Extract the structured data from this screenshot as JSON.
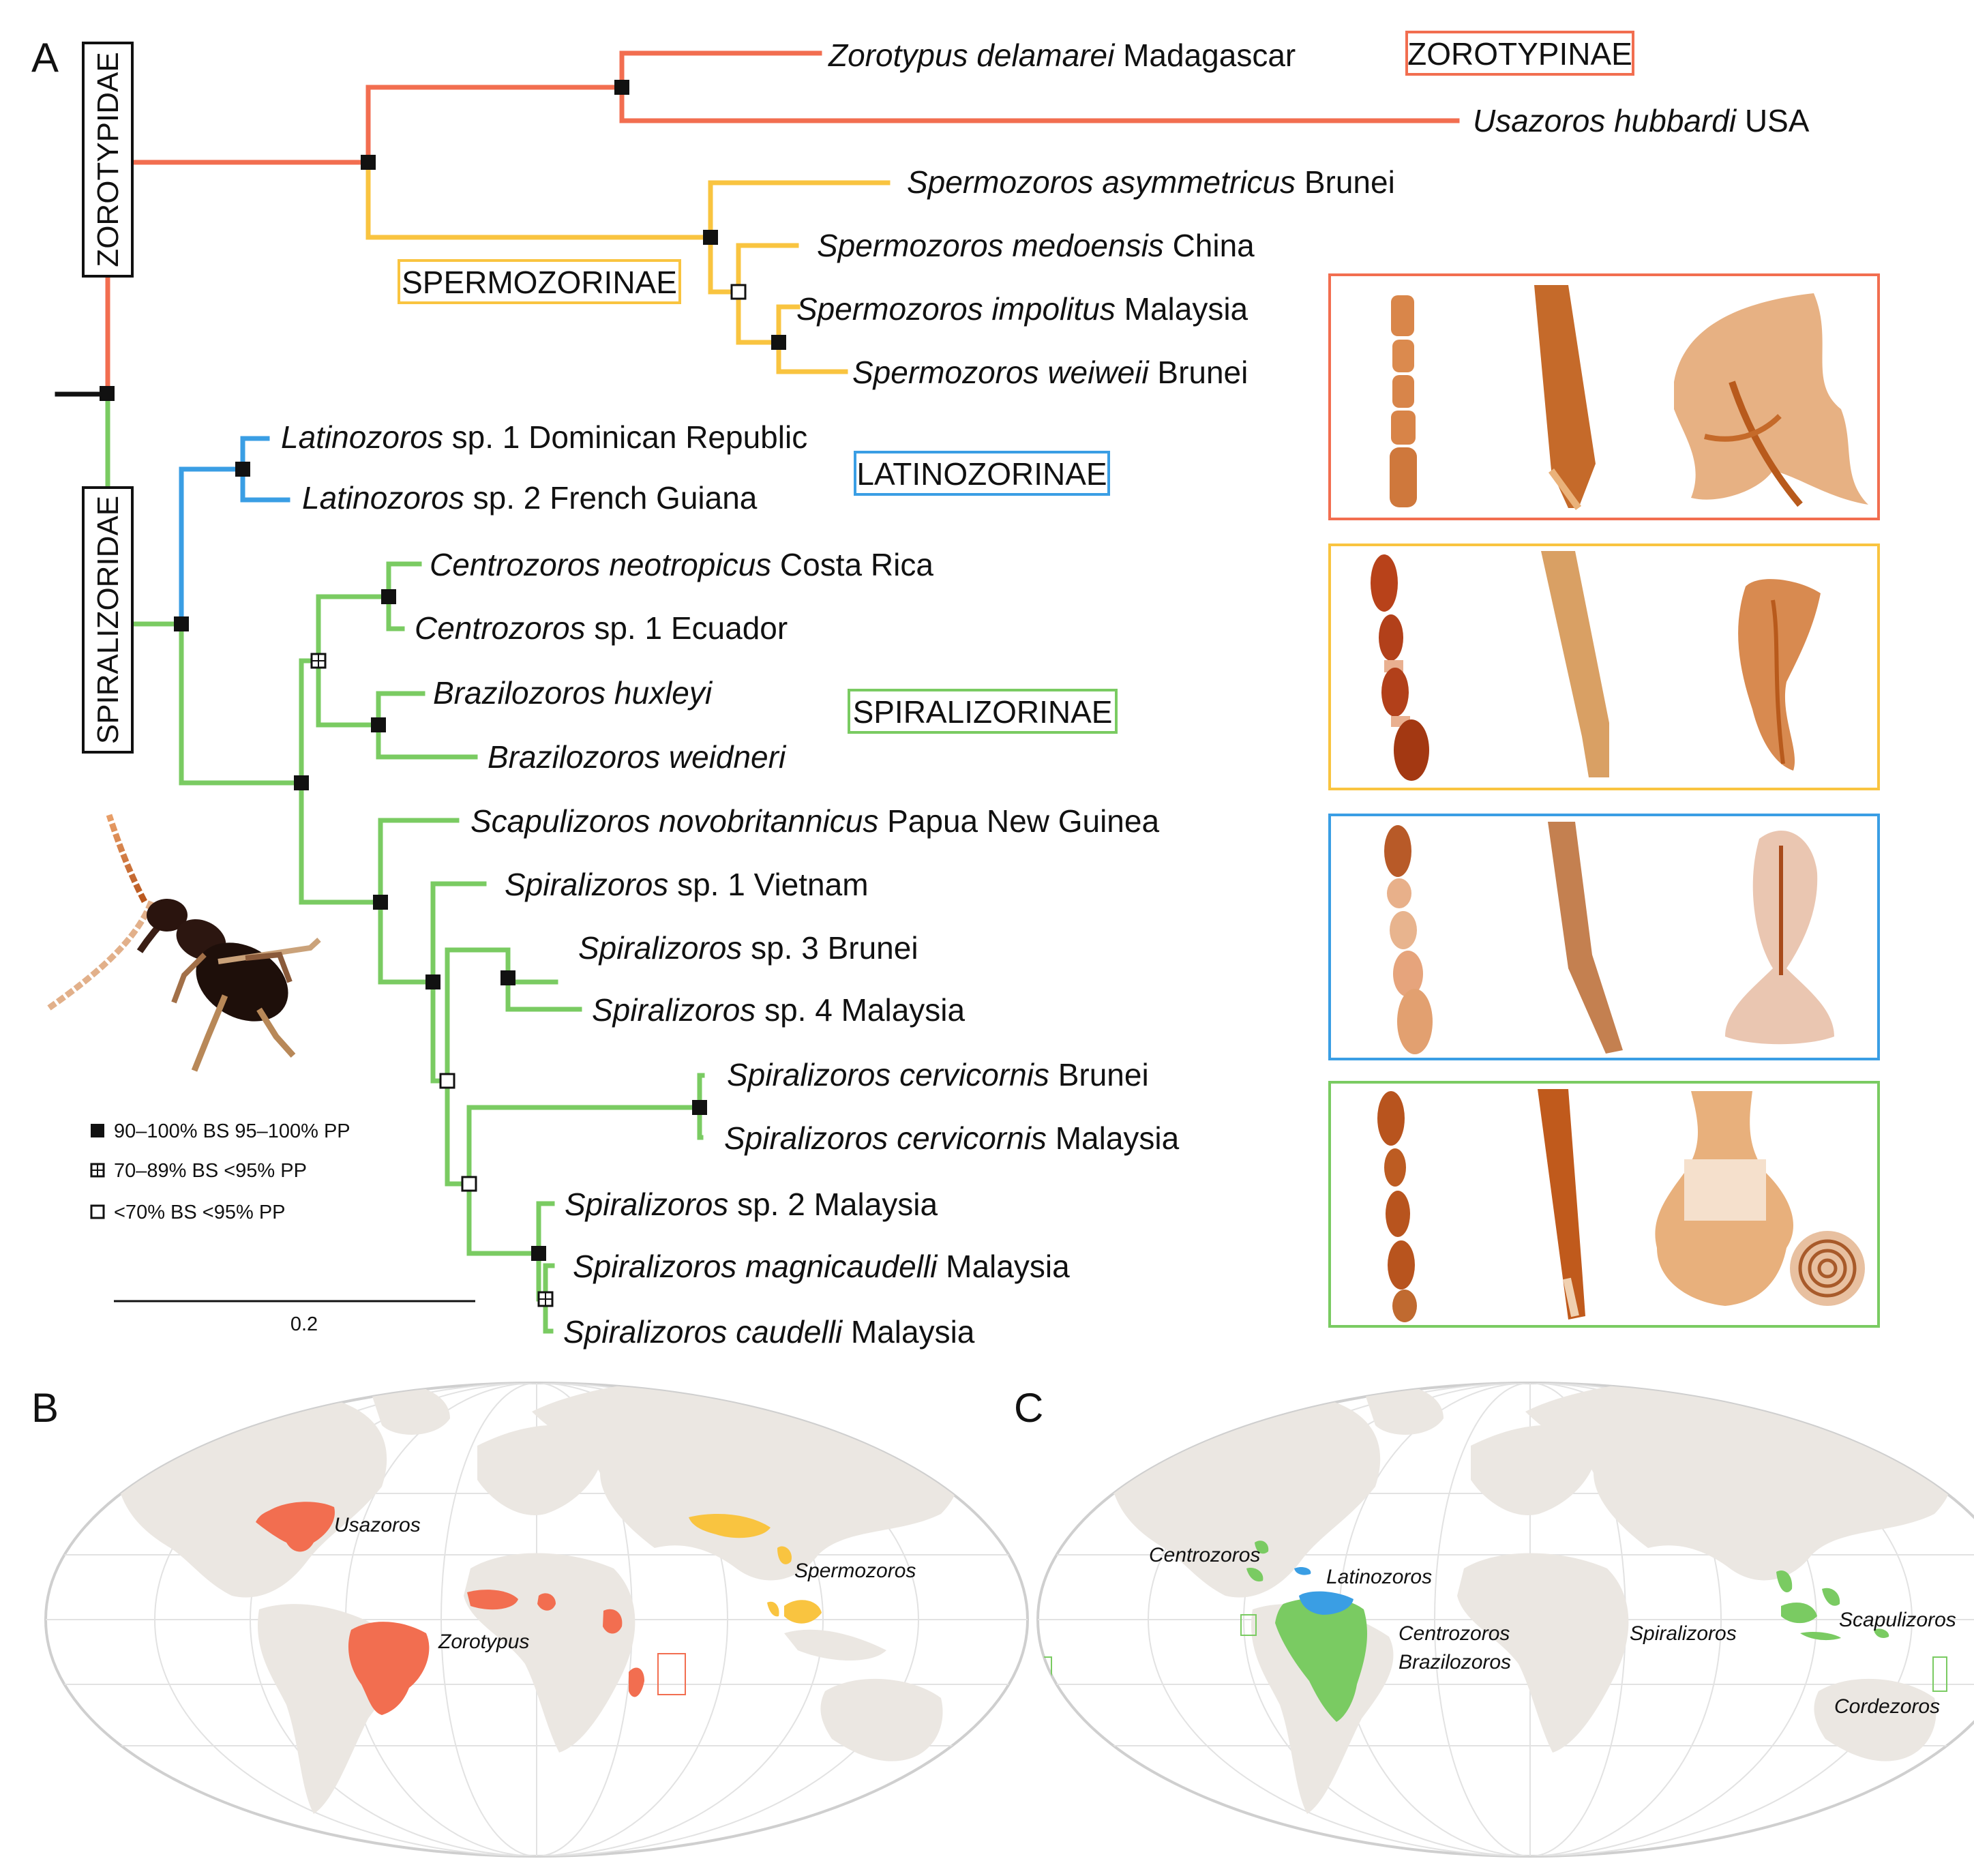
{
  "colors": {
    "zorotypinae": "#f26e50",
    "spermozorinae": "#f9c440",
    "latinozorinae": "#3a9ee4",
    "spiralizorinae": "#7acb62",
    "land": "#ebe7e2",
    "ocean": "#ffffff",
    "graticule": "#e2e2e2",
    "node": "#111111"
  },
  "panel_a": {
    "letter": "A",
    "families": [
      {
        "label": "ZOROTYPIDAE"
      },
      {
        "label": "SPIRALIZORIDAE"
      }
    ],
    "subfamilies": [
      {
        "label": "ZOROTYPINAE",
        "color": "#f26e50"
      },
      {
        "label": "SPERMOZORINAE",
        "color": "#f9c440"
      },
      {
        "label": "LATINOZORINAE",
        "color": "#3a9ee4"
      },
      {
        "label": "SPIRALIZORINAE",
        "color": "#7acb62"
      }
    ],
    "taxa": [
      {
        "genus": "Zorotypus delamarei",
        "rest": " Madagascar"
      },
      {
        "genus": "Usazoros hubbardi",
        "rest": " USA"
      },
      {
        "genus": "Spermozoros asymmetricus",
        "rest": " Brunei"
      },
      {
        "genus": "Spermozoros medoensis",
        "rest": " China"
      },
      {
        "genus": "Spermozoros impolitus",
        "rest": " Malaysia"
      },
      {
        "genus": "Spermozoros weiweii",
        "rest": " Brunei"
      },
      {
        "genus": "Latinozoros",
        "rest": " sp. 1 Dominican Republic"
      },
      {
        "genus": "Latinozoros",
        "rest": " sp. 2 French Guiana"
      },
      {
        "genus": "Centrozoros neotropicus",
        "rest": " Costa Rica"
      },
      {
        "genus": "Centrozoros",
        "rest": " sp. 1 Ecuador"
      },
      {
        "genus": "Brazilozoros huxleyi",
        "rest": ""
      },
      {
        "genus": "Brazilozoros weidneri",
        "rest": ""
      },
      {
        "genus": "Scapulizoros novobritannicus",
        "rest": " Papua New Guinea"
      },
      {
        "genus": "Spiralizoros",
        "rest": " sp. 1 Vietnam"
      },
      {
        "genus": "Spiralizoros",
        "rest": " sp. 3 Brunei"
      },
      {
        "genus": "Spiralizoros",
        "rest": " sp. 4 Malaysia"
      },
      {
        "genus": "Spiralizoros cervicornis",
        "rest": " Brunei"
      },
      {
        "genus": "Spiralizoros cervicornis",
        "rest": " Malaysia"
      },
      {
        "genus": "Spiralizoros",
        "rest": " sp. 2 Malaysia"
      },
      {
        "genus": "Spiralizoros magnicaudelli",
        "rest": " Malaysia"
      },
      {
        "genus": "Spiralizoros caudelli",
        "rest": " Malaysia"
      }
    ],
    "legend": [
      {
        "symbol": "filled-square",
        "label": "90–100% BS 95–100% PP"
      },
      {
        "symbol": "crossed-square",
        "label": "70–89% BS <95% PP"
      },
      {
        "symbol": "open-square",
        "label": "<70% BS <95% PP"
      }
    ],
    "scale_bar": {
      "value": "0.2"
    }
  },
  "panel_b": {
    "letter": "B",
    "labels": [
      "Usazoros",
      "Zorotypus",
      "Spermozoros"
    ]
  },
  "panel_c": {
    "letter": "C",
    "labels": [
      "Centrozoros",
      "Latinozoros",
      "Centrozoros",
      "Brazilozoros",
      "Spiralizoros",
      "Scapulizoros",
      "Cordezoros"
    ]
  }
}
